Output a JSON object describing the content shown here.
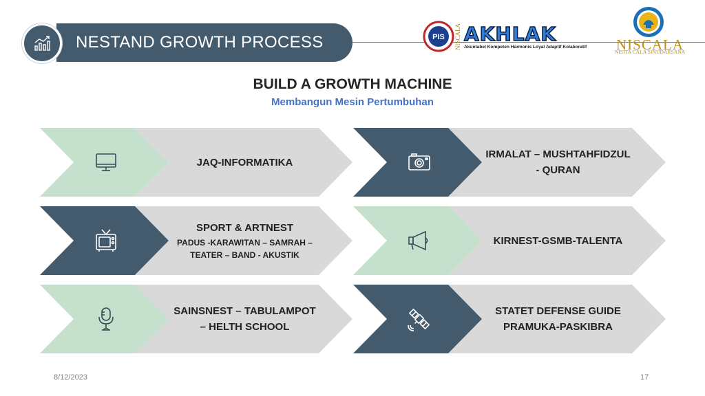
{
  "header": {
    "title": "NESTAND GROWTH PROCESS",
    "badge_icon": "growth-chart-icon"
  },
  "logos": {
    "pis_label": "PIS",
    "niscala_vertical": "NISCALA",
    "akhlak_word": "AKHLAK",
    "akhlak_tagline": "Akuntabel Kompeten Harmonis Loyal Adaptif Kolaboratif",
    "niscala_name": "NISCALA",
    "niscala_tagline": "NISITA CALA SINUDARSANA"
  },
  "main": {
    "heading": "BUILD A GROWTH MACHINE",
    "subheading": "Membangun Mesin Pertumbuhan"
  },
  "cards": [
    {
      "icon": "monitor-icon",
      "title": "JAQ-INFORMATIKA",
      "subtitle": "",
      "theme": "light"
    },
    {
      "icon": "camera-icon",
      "title": "IRMALAT – MUSHTAHFIDZUL - QURAN",
      "subtitle": "",
      "theme": "dark"
    },
    {
      "icon": "tv-icon",
      "title": "SPORT & ARTNEST",
      "subtitle": "PADUS -KARAWITAN – SAMRAH – TEATER – BAND - AKUSTIK",
      "theme": "dark"
    },
    {
      "icon": "megaphone-icon",
      "title": "KIRNEST-GSMB-TALENTA",
      "subtitle": "",
      "theme": "light"
    },
    {
      "icon": "microphone-icon",
      "title": "SAINSNEST – TABULAMPOT – HELTH SCHOOL",
      "subtitle": "",
      "theme": "light"
    },
    {
      "icon": "satellite-icon",
      "title": "STATET DEFENSE GUIDE PRAMUKA-PASKIBRA",
      "subtitle": "",
      "theme": "dark"
    }
  ],
  "colors": {
    "accent_dark": "#445b6d",
    "accent_light": "#c5e0cc",
    "card_text_bg": "#d9d9d9",
    "subheading": "#4472c4"
  },
  "footer": {
    "date": "8/12/2023",
    "page_number": "17"
  }
}
